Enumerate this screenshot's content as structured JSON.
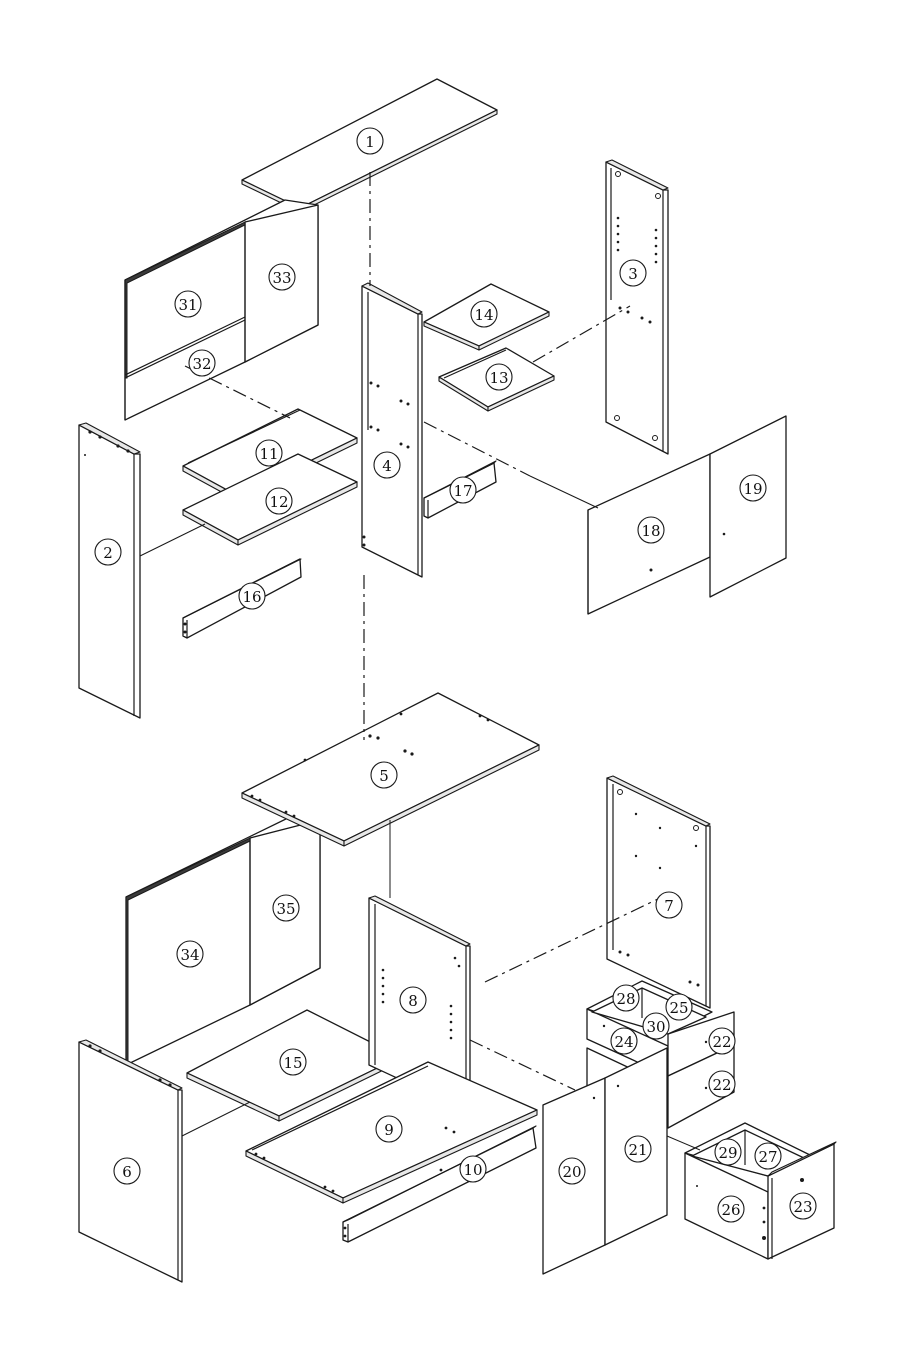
{
  "callouts": [
    {
      "id": "1",
      "label": "1"
    },
    {
      "id": "2",
      "label": "2"
    },
    {
      "id": "3",
      "label": "3"
    },
    {
      "id": "4",
      "label": "4"
    },
    {
      "id": "5",
      "label": "5"
    },
    {
      "id": "6",
      "label": "6"
    },
    {
      "id": "7",
      "label": "7"
    },
    {
      "id": "8",
      "label": "8"
    },
    {
      "id": "9",
      "label": "9"
    },
    {
      "id": "10",
      "label": "10"
    },
    {
      "id": "11",
      "label": "11"
    },
    {
      "id": "12",
      "label": "12"
    },
    {
      "id": "13",
      "label": "13"
    },
    {
      "id": "14",
      "label": "14"
    },
    {
      "id": "15",
      "label": "15"
    },
    {
      "id": "16",
      "label": "16"
    },
    {
      "id": "17",
      "label": "17"
    },
    {
      "id": "18",
      "label": "18"
    },
    {
      "id": "19",
      "label": "19"
    },
    {
      "id": "20",
      "label": "20"
    },
    {
      "id": "21",
      "label": "21"
    },
    {
      "id": "22a",
      "label": "22"
    },
    {
      "id": "22b",
      "label": "22"
    },
    {
      "id": "23",
      "label": "23"
    },
    {
      "id": "24",
      "label": "24"
    },
    {
      "id": "25",
      "label": "25"
    },
    {
      "id": "26",
      "label": "26"
    },
    {
      "id": "27",
      "label": "27"
    },
    {
      "id": "28",
      "label": "28"
    },
    {
      "id": "29",
      "label": "29"
    },
    {
      "id": "30",
      "label": "30"
    },
    {
      "id": "31",
      "label": "31"
    },
    {
      "id": "32",
      "label": "32"
    },
    {
      "id": "33",
      "label": "33"
    },
    {
      "id": "34",
      "label": "34"
    },
    {
      "id": "35",
      "label": "35"
    }
  ],
  "colors": {
    "line": "#1a1a1a",
    "background": "#ffffff",
    "panel_edge": "#e8e8e8"
  }
}
